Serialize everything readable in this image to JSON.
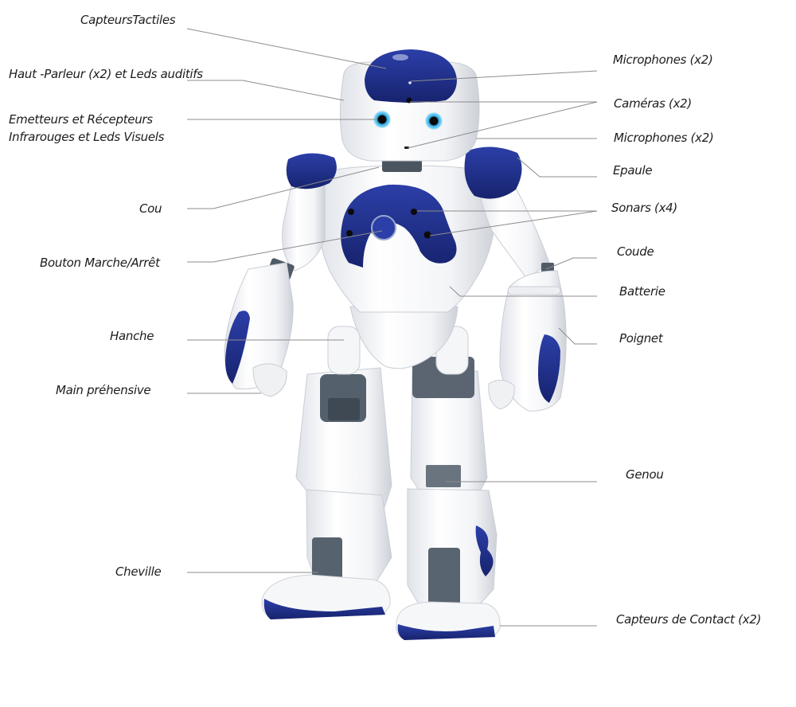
{
  "diagram": {
    "subject": "Robot humanoïde NAO",
    "colors": {
      "body_white": "#f4f5f7",
      "body_shadow": "#d9dce2",
      "accent_blue": "#1f2f8c",
      "accent_blue_dark": "#14206a",
      "joint_gray": "#4e5a66",
      "eye_blue": "#3fb6e8",
      "leader_line": "#8a8a8a",
      "label_text": "#1c1c1c"
    },
    "labels_left": [
      {
        "id": "capteurs-tactiles",
        "text": "CapteursTactiles"
      },
      {
        "id": "haut-parleur",
        "text": "Haut -Parleur (x2) et Leds auditifs"
      },
      {
        "id": "emetteurs-ir",
        "line1": "Emetteurs et Récepteurs",
        "line2": "Infrarouges et Leds Visuels"
      },
      {
        "id": "cou",
        "text": "Cou"
      },
      {
        "id": "bouton-marche-arret",
        "text": "Bouton Marche/Arrêt"
      },
      {
        "id": "hanche",
        "text": "Hanche"
      },
      {
        "id": "main-prehensive",
        "text": "Main préhensive"
      },
      {
        "id": "cheville",
        "text": "Cheville"
      }
    ],
    "labels_right": [
      {
        "id": "microphones-top",
        "text": "Microphones (x2)"
      },
      {
        "id": "cameras",
        "text": "Caméras (x2)"
      },
      {
        "id": "microphones-side",
        "text": "Microphones (x2)"
      },
      {
        "id": "epaule",
        "text": "Epaule"
      },
      {
        "id": "sonars",
        "text": "Sonars (x4)"
      },
      {
        "id": "coude",
        "text": "Coude"
      },
      {
        "id": "batterie",
        "text": "Batterie"
      },
      {
        "id": "poignet",
        "text": "Poignet"
      },
      {
        "id": "genou",
        "text": "Genou"
      },
      {
        "id": "capteurs-contact",
        "text": "Capteurs de Contact (x2)"
      }
    ]
  }
}
